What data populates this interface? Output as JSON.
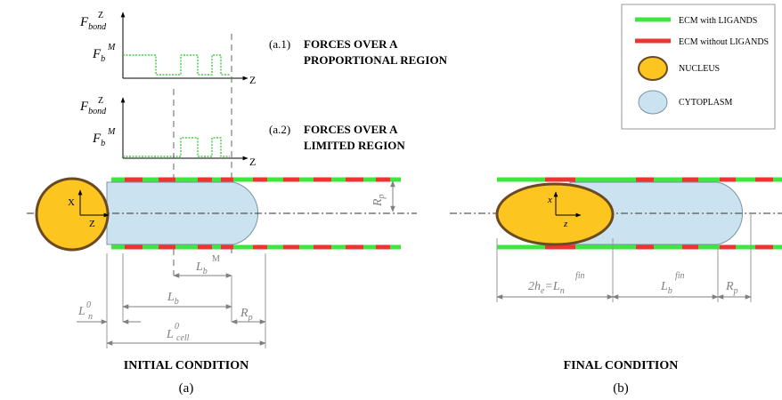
{
  "legend": {
    "items": [
      {
        "label": "ECM with LIGANDS",
        "kind": "line",
        "color": "#3ee63e"
      },
      {
        "label": "ECM without LIGANDS",
        "kind": "line",
        "color": "#ee3333"
      },
      {
        "label": "NUCLEUS",
        "kind": "ellipse",
        "fill": "#fcc51f",
        "stroke": "#6b4a22"
      },
      {
        "label": "CYTOPLASM",
        "kind": "ellipse",
        "fill": "#cbe3f0",
        "stroke": "#7a93a4"
      }
    ]
  },
  "plot_a1": {
    "y_axis_label": "F",
    "y_axis_sub": "bond",
    "y_axis_sup": "Z",
    "level_label": "F",
    "level_sub": "b",
    "level_sup": "M",
    "x_axis_label": "Z",
    "tag": "(a.1)",
    "title_line1": "FORCES OVER A",
    "title_line2": "PROPORTIONAL REGION"
  },
  "plot_a2": {
    "y_axis_label": "F",
    "y_axis_sub": "bond",
    "y_axis_sup": "Z",
    "level_label": "F",
    "level_sub": "b",
    "level_sup": "M",
    "x_axis_label": "Z",
    "tag": "(a.2)",
    "title_line1": "FORCES OVER A",
    "title_line2": "LIMITED REGION"
  },
  "initial": {
    "nucleus_x_label": "X",
    "nucleus_z_label": "Z",
    "rp_label": "R",
    "rp_sub": "p",
    "lbm_label": "L",
    "lbm_sub": "b",
    "lbm_sup": "M",
    "lb_label": "L",
    "lb_sub": "b",
    "rp2_label": "R",
    "rp2_sub": "p",
    "ln0_label": "L",
    "ln0_sup": "0",
    "ln0_sub": "n",
    "lcell_label": "L",
    "lcell_sup": "0",
    "lcell_sub": "cell",
    "caption": "INITIAL CONDITION",
    "panel": "(a)"
  },
  "final": {
    "nucleus_x_label": "x",
    "nucleus_z_label": "z",
    "he_label": "2h",
    "he_sub": "e",
    "he_eq": "=L",
    "he_sub2": "n",
    "he_sup": "fin",
    "lbfin_label": "L",
    "lbfin_sub": "b",
    "lbfin_sup": "fin",
    "rp_label": "R",
    "rp_sub": "p",
    "caption": "FINAL CONDITION",
    "panel": "(b)"
  }
}
